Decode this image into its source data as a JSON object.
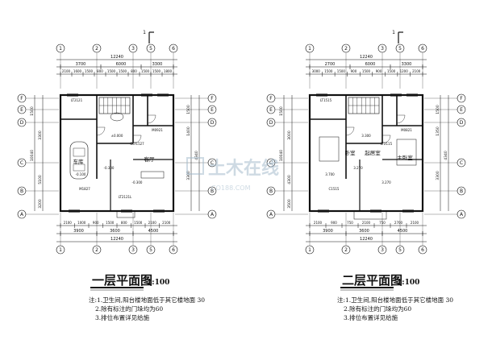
{
  "plans": [
    {
      "title": "一层平面图",
      "scale": "1:100",
      "section_mark": "1",
      "grid_letters": [
        "F",
        "E",
        "D",
        "C",
        "B",
        "A"
      ],
      "grid_numbers": [
        "1",
        "2",
        "3",
        "4",
        "5",
        "6"
      ],
      "overall_dim": "12240",
      "top_dims_row1": [
        "3700",
        "6000",
        "3300"
      ],
      "top_dims_row2": [
        "2100",
        "1600",
        "1500",
        "800",
        "1500",
        "1500",
        "800",
        "1500",
        "1500",
        "1800"
      ],
      "bottom_dims_row1": [
        "2100",
        "1000",
        "900",
        "1500",
        "800",
        "1500",
        "2100",
        "2100"
      ],
      "bottom_dims_row2": [
        "3900",
        "3600",
        "4500"
      ],
      "left_dims": [
        "1500",
        "3300",
        "10040",
        "5100",
        "3200"
      ],
      "right_dims": [
        "1500",
        "1400",
        "4340",
        "3300"
      ],
      "rooms": [
        "客厅",
        "车库"
      ],
      "labels": [
        "±0.000",
        "-0.300",
        "-0.100",
        "-0.300",
        "M1827",
        "GLT1527",
        "LT2121",
        "M0921",
        "LT2121L"
      ],
      "notes": [
        "注:1.卫生间,阳台楼地面低于其它楼地面 30",
        "2.除有标注的门垛均为60",
        "3.排位布置详见给施"
      ]
    },
    {
      "title": "二层平面图",
      "scale": "1:100",
      "section_mark": "1",
      "grid_letters": [
        "F",
        "E",
        "D",
        "C",
        "B",
        "A"
      ],
      "grid_numbers": [
        "1",
        "2",
        "3",
        "4",
        "5",
        "6"
      ],
      "overall_dim": "12240",
      "top_dims_row1": [
        "2700",
        "6000",
        "3300"
      ],
      "top_dims_row2": [
        "3000",
        "1500",
        "1500",
        "900",
        "1500",
        "900",
        "1500",
        "1200",
        "2100"
      ],
      "bottom_dims_row1": [
        "2100",
        "900",
        "750",
        "2100",
        "750",
        "2700",
        "2100"
      ],
      "bottom_dims_row2": [
        "3900",
        "3600",
        "4500"
      ],
      "left_dims": [
        "1500",
        "3000",
        "10040",
        "4300",
        "3500"
      ],
      "right_dims": [
        "1500",
        "1350",
        "4340",
        "3300"
      ],
      "rooms": [
        "起居室",
        "主卧室",
        "卧室"
      ],
      "labels": [
        "3.300",
        "3.270",
        "3.700",
        "3.270",
        "C1515",
        "LT2115",
        "LT1515",
        "M0821"
      ],
      "notes": [
        "注:1.卫生间,阳台楼地面低于其它楼地面 30",
        "2.除有标注的门垛均为60",
        "3.排位布置详见给施"
      ]
    }
  ],
  "watermark": {
    "text": "土木在线",
    "subtext": "CO188.COM"
  }
}
